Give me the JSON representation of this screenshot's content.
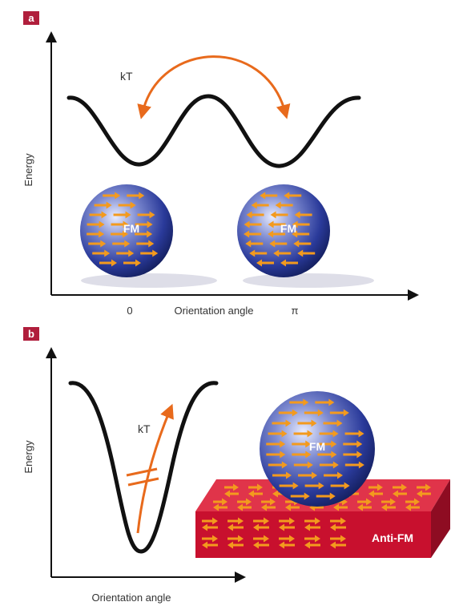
{
  "panel_a": {
    "letter": "a",
    "y_axis_label": "Energy",
    "x_axis_label": "Orientation angle",
    "x_tick_left": "0",
    "x_tick_right": "π",
    "kt_label": "kT",
    "sphere_left_label": "FM",
    "sphere_right_label": "FM"
  },
  "panel_b": {
    "letter": "b",
    "y_axis_label": "Energy",
    "x_axis_label": "Orientation angle",
    "kt_label": "kT",
    "sphere_label": "FM",
    "slab_label": "Anti-FM"
  },
  "colors": {
    "panel_tag": "#b01e3c",
    "curve": "#111111",
    "arrow_orange": "#e86a1c",
    "spin_arrow": "#f39a1e",
    "sphere_dark": "#1c2a78",
    "sphere_light": "#e8ecff",
    "slab_front": "#c8102e",
    "slab_top": "#e0344a",
    "slab_side": "#8e0c22"
  }
}
